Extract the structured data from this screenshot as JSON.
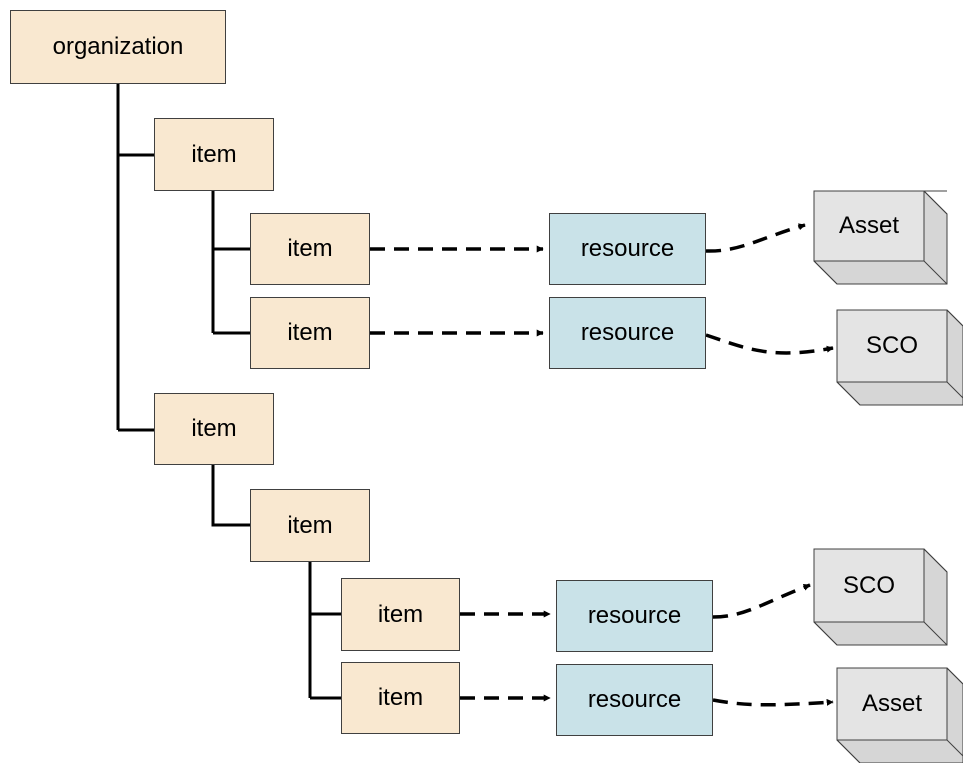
{
  "diagram": {
    "organization": {
      "label": "organization"
    },
    "items": [
      {
        "label": "item"
      },
      {
        "label": "item"
      },
      {
        "label": "item"
      },
      {
        "label": "item"
      },
      {
        "label": "item"
      },
      {
        "label": "item"
      },
      {
        "label": "item"
      }
    ],
    "resources": [
      {
        "label": "resource"
      },
      {
        "label": "resource"
      },
      {
        "label": "resource"
      },
      {
        "label": "resource"
      }
    ],
    "targets": [
      {
        "label": "Asset"
      },
      {
        "label": "SCO"
      },
      {
        "label": "SCO"
      },
      {
        "label": "Asset"
      }
    ],
    "colors": {
      "item_fill": "#f9e8d0",
      "resource_fill": "#c9e2e8",
      "cube_face": "#e4e4e4",
      "cube_side": "#d6d6d6",
      "outline": "#404040",
      "connector": "#000000"
    }
  }
}
